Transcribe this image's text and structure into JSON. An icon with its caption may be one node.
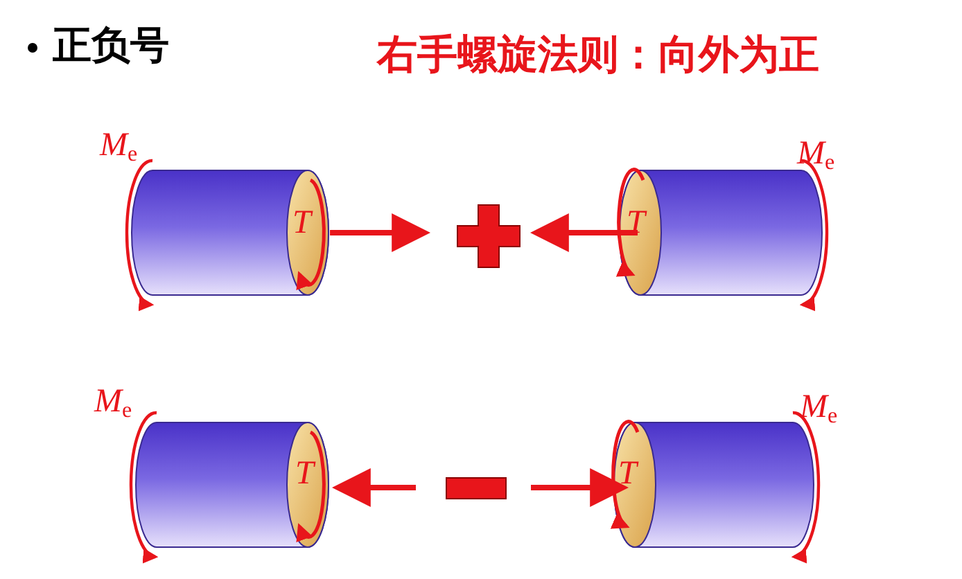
{
  "diagram": {
    "title": "正负号",
    "labels": [
      "右手螺旋法则：向外为正",
      "M$_{e}$",
      "M$_{e}$",
      "T",
      "T",
      "M$_{e}$",
      "M$_{e}$",
      "T",
      "T"
    ]
  }
}
